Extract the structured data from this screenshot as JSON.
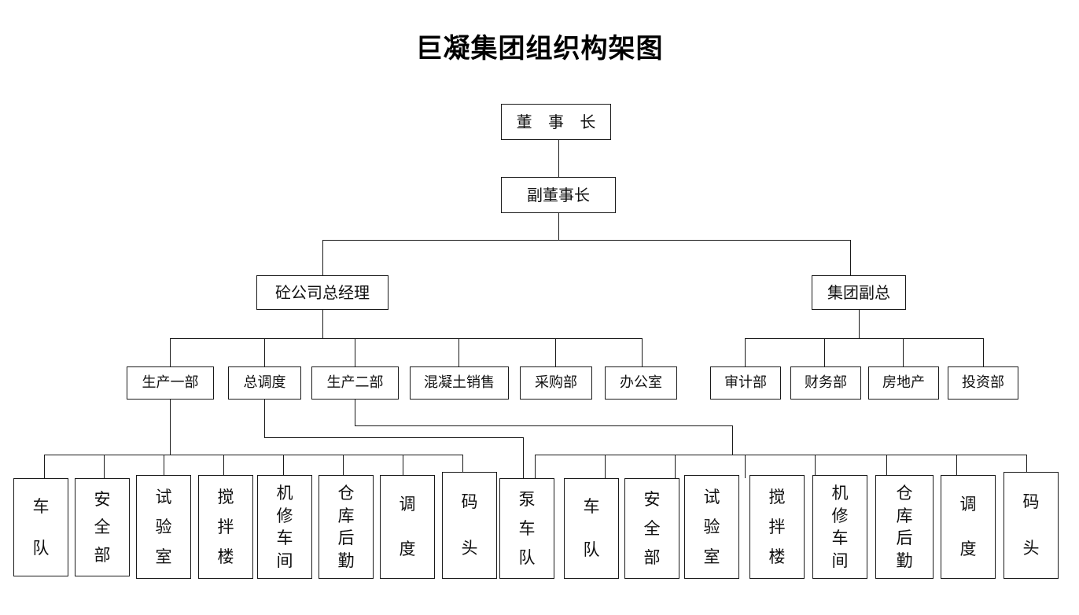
{
  "title": "巨凝集团组织构架图",
  "chart_data": {
    "type": "tree",
    "title": "巨凝集团组织构架图",
    "orientation": "top-down",
    "levels": 5
  },
  "nodes": {
    "chairman": "董 事 长",
    "vice_chairman": "副董事长",
    "concrete_gm": "砼公司总经理",
    "group_vp": "集团副总",
    "dept_prod1": "生产一部",
    "dept_dispatch_main": "总调度",
    "dept_prod2": "生产二部",
    "dept_concrete_sales": "混凝土销售",
    "dept_purchasing": "采购部",
    "dept_office": "办公室",
    "dept_audit": "审计部",
    "dept_finance": "财务部",
    "dept_realestate": "房地产",
    "dept_investment": "投资部"
  },
  "leaves_left": [
    {
      "text": "车队",
      "chars": [
        "车",
        "队"
      ]
    },
    {
      "text": "安全部",
      "chars": [
        "安",
        "全",
        "部"
      ]
    },
    {
      "text": "试验室",
      "chars": [
        "试",
        "验",
        "室"
      ]
    },
    {
      "text": "搅拌楼",
      "chars": [
        "搅",
        "拌",
        "楼"
      ]
    },
    {
      "text": "机修车间",
      "chars": [
        "机",
        "修",
        "车",
        "间"
      ]
    },
    {
      "text": "仓库后勤",
      "chars": [
        "仓",
        "库",
        "后",
        "勤"
      ]
    },
    {
      "text": "调度",
      "chars": [
        "调",
        "度"
      ]
    },
    {
      "text": "码头",
      "chars": [
        "码",
        "头"
      ]
    }
  ],
  "leaf_pump": {
    "text": "泵车队",
    "chars": [
      "泵",
      "车",
      "队"
    ]
  },
  "leaves_right": [
    {
      "text": "车队",
      "chars": [
        "车",
        "队"
      ]
    },
    {
      "text": "安全部",
      "chars": [
        "安",
        "全",
        "部"
      ]
    },
    {
      "text": "试验室",
      "chars": [
        "试",
        "验",
        "室"
      ]
    },
    {
      "text": "搅拌楼",
      "chars": [
        "搅",
        "拌",
        "楼"
      ]
    },
    {
      "text": "机修车间",
      "chars": [
        "机",
        "修",
        "车",
        "间"
      ]
    },
    {
      "text": "仓库后勤",
      "chars": [
        "仓",
        "库",
        "后",
        "勤"
      ]
    },
    {
      "text": "调度",
      "chars": [
        "调",
        "度"
      ]
    },
    {
      "text": "码头",
      "chars": [
        "码",
        "头"
      ]
    }
  ],
  "colors": {
    "line": "#1a1a1a",
    "box_border": "#1a1a1a",
    "background": "#ffffff",
    "text": "#111111"
  }
}
